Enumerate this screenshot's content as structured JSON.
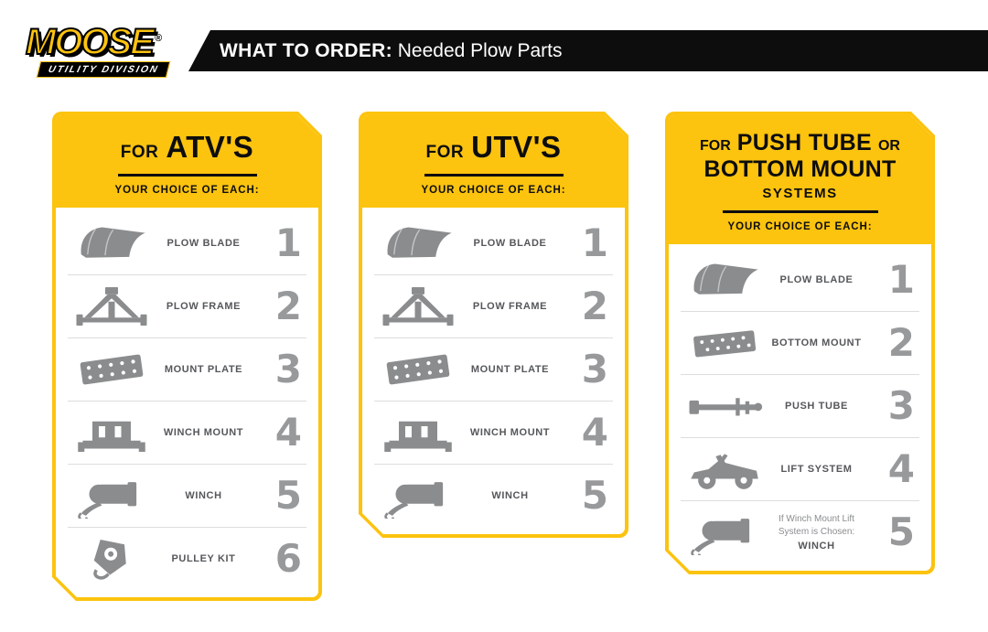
{
  "brand": {
    "logo_text": "MOOSE",
    "registered": "®",
    "logo_sub": "UTILITY DIVISION"
  },
  "header": {
    "title_bold": "WHAT TO ORDER:",
    "title_rest": " Needed Plow Parts"
  },
  "colors": {
    "brand_yellow": "#fcc30f",
    "bar_black": "#0d0d0d",
    "icon_gray": "#8a8c8e",
    "number_gray": "#97999b",
    "label_gray": "#55575a"
  },
  "cards": [
    {
      "title_prefix": "FOR",
      "title": "ATV'S",
      "subtitle": "YOUR CHOICE OF EACH:",
      "items": [
        {
          "label": "PLOW BLADE",
          "qty": "1",
          "icon": "plow-blade"
        },
        {
          "label": "PLOW FRAME",
          "qty": "2",
          "icon": "plow-frame"
        },
        {
          "label": "MOUNT PLATE",
          "qty": "3",
          "icon": "mount-plate"
        },
        {
          "label": "WINCH MOUNT",
          "qty": "4",
          "icon": "winch-mount"
        },
        {
          "label": "WINCH",
          "qty": "5",
          "icon": "winch"
        },
        {
          "label": "PULLEY KIT",
          "qty": "6",
          "icon": "pulley-kit"
        }
      ]
    },
    {
      "title_prefix": "FOR",
      "title": "UTV'S",
      "subtitle": "YOUR CHOICE OF EACH:",
      "items": [
        {
          "label": "PLOW BLADE",
          "qty": "1",
          "icon": "plow-blade"
        },
        {
          "label": "PLOW FRAME",
          "qty": "2",
          "icon": "plow-frame"
        },
        {
          "label": "MOUNT PLATE",
          "qty": "3",
          "icon": "mount-plate"
        },
        {
          "label": "WINCH MOUNT",
          "qty": "4",
          "icon": "winch-mount"
        },
        {
          "label": "WINCH",
          "qty": "5",
          "icon": "winch"
        }
      ]
    },
    {
      "title_small1": "FOR",
      "title_big1": "PUSH TUBE",
      "title_small2": "OR",
      "title_big2": "BOTTOM MOUNT",
      "title_mid": "SYSTEMS",
      "subtitle": "YOUR CHOICE OF EACH:",
      "items": [
        {
          "label": "PLOW BLADE",
          "qty": "1",
          "icon": "plow-blade"
        },
        {
          "label": "BOTTOM MOUNT",
          "qty": "2",
          "icon": "bottom-mount"
        },
        {
          "label": "PUSH TUBE",
          "qty": "3",
          "icon": "push-tube"
        },
        {
          "label": "LIFT SYSTEM",
          "qty": "4",
          "icon": "lift-system"
        },
        {
          "note": "If Winch Mount Lift System is Chosen:",
          "label": "WINCH",
          "qty": "5",
          "icon": "winch"
        }
      ]
    }
  ]
}
